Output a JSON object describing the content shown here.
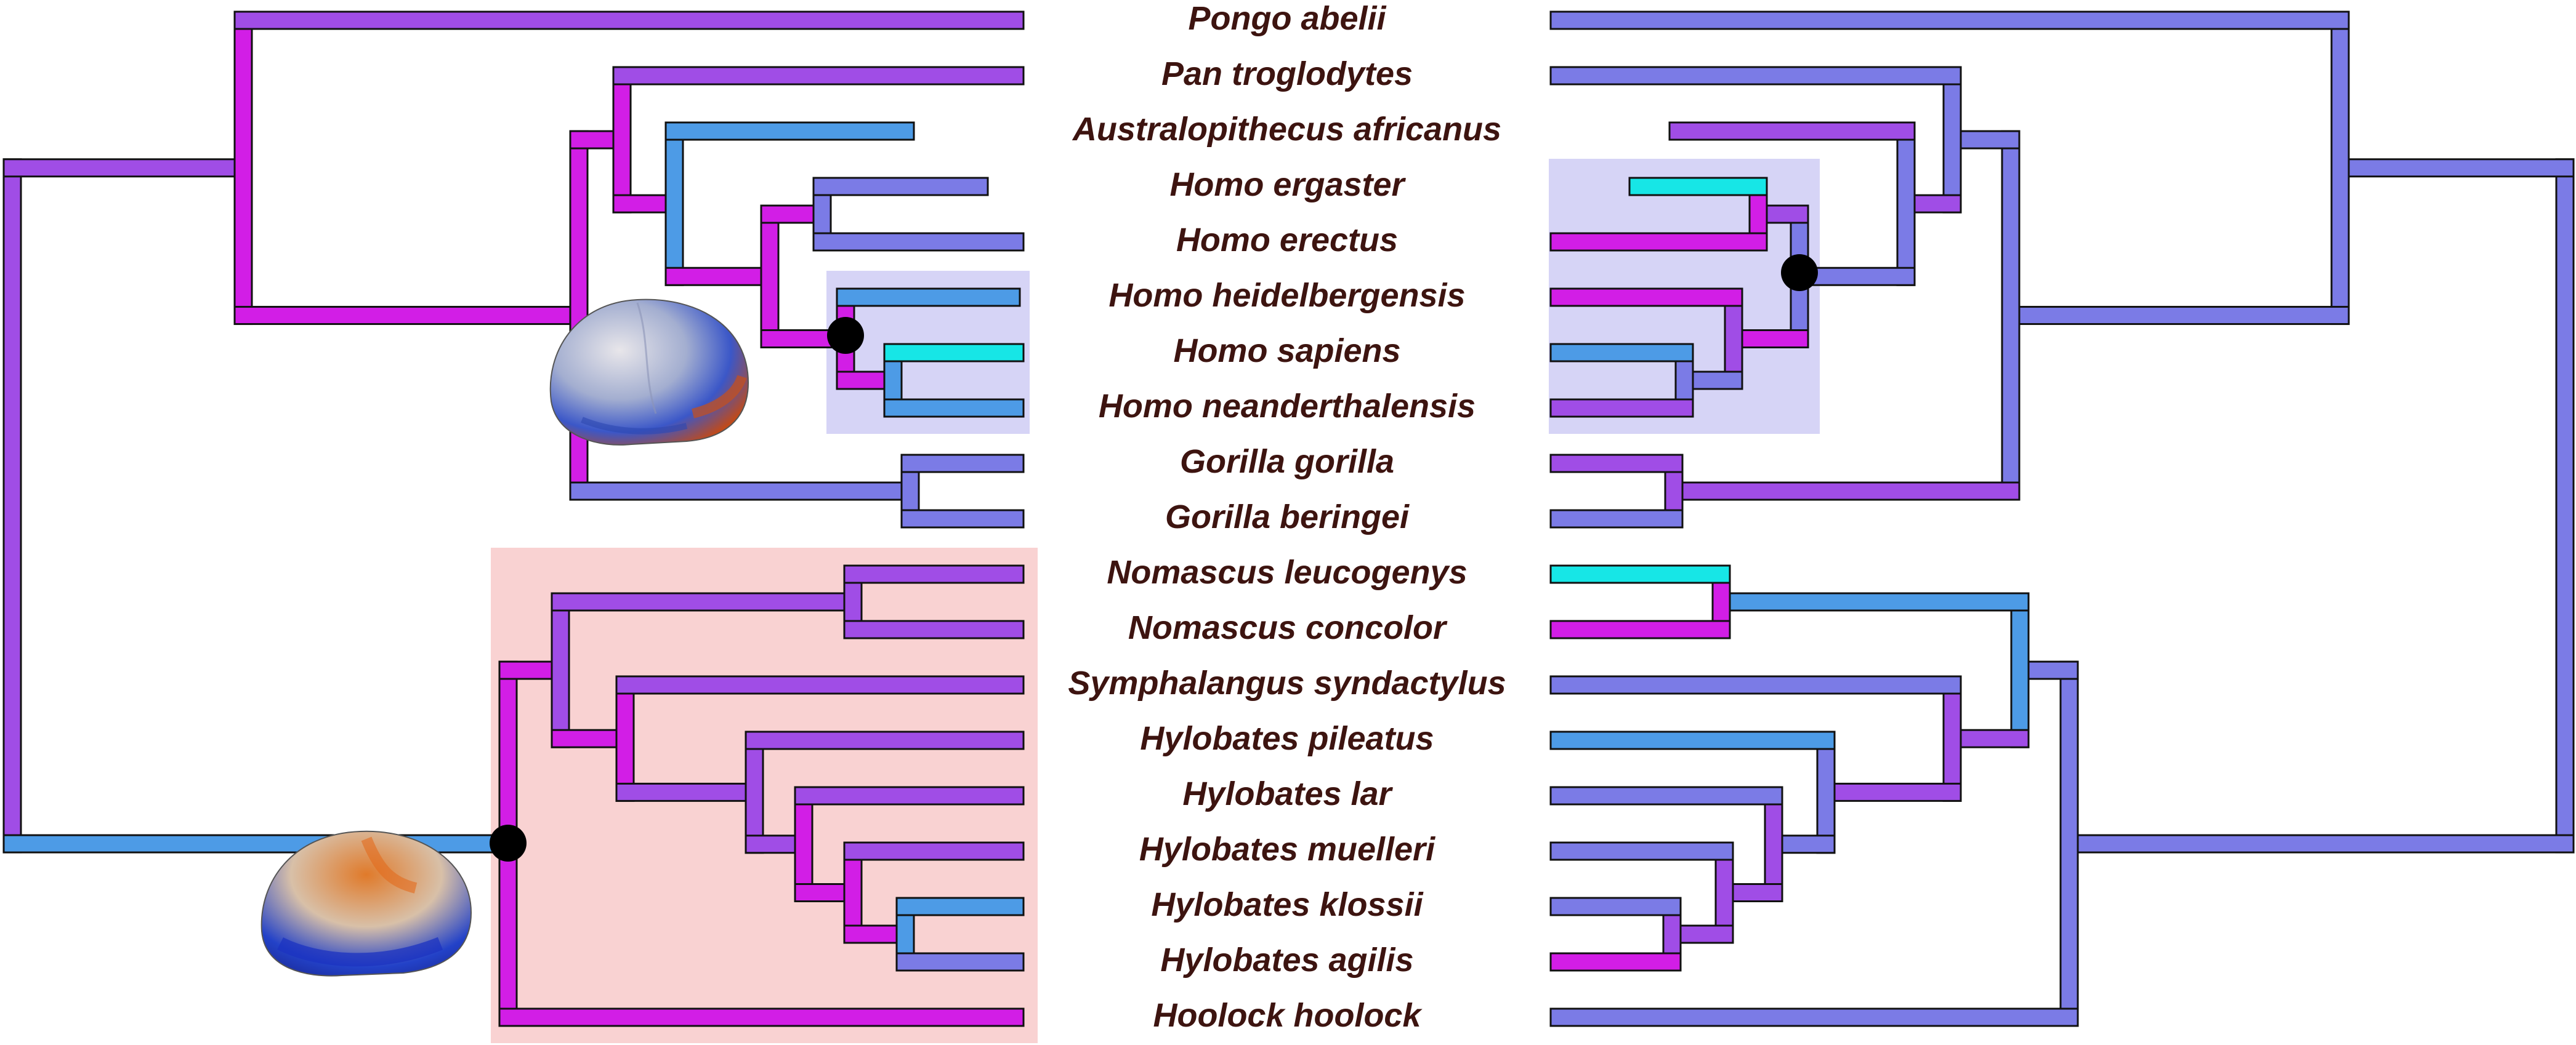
{
  "taxa": [
    "Pongo abelii",
    "Pan troglodytes",
    "Australopithecus africanus",
    "Homo ergaster",
    "Homo erectus",
    "Homo heidelbergensis",
    "Homo sapiens",
    "Homo neanderthalensis",
    "Gorilla gorilla",
    "Gorilla beringei",
    "Nomascus leucogenys",
    "Nomascus concolor",
    "Symphalangus syndactylus",
    "Hylobates pileatus",
    "Hylobates lar",
    "Hylobates muelleri",
    "Hylobates klossii",
    "Hylobates agilis",
    "Hoolock hoolock"
  ],
  "colors": {
    "label_text": "#3d1410",
    "cyan": "#17e6e6",
    "sky_blue": "#4d9be6",
    "periwinkle": "#7b7be6",
    "violet": "#a04de6",
    "magenta": "#d21ee6",
    "hominin_box": "#d6d4f6",
    "hylobatid_box": "#f9d2d2",
    "node_marker": "#000000"
  },
  "highlights": [
    {
      "name": "hominin-clade-box",
      "tree": "both",
      "color": "hominin_box"
    },
    {
      "name": "hylobatid-clade-box",
      "tree": "left",
      "color": "hylobatid_box"
    }
  ],
  "node_markers": [
    "left-hominin-node",
    "left-hylobatid-node",
    "right-hominin-node"
  ],
  "brain_images": [
    "ape-endocast",
    "gibbon-endocast"
  ]
}
